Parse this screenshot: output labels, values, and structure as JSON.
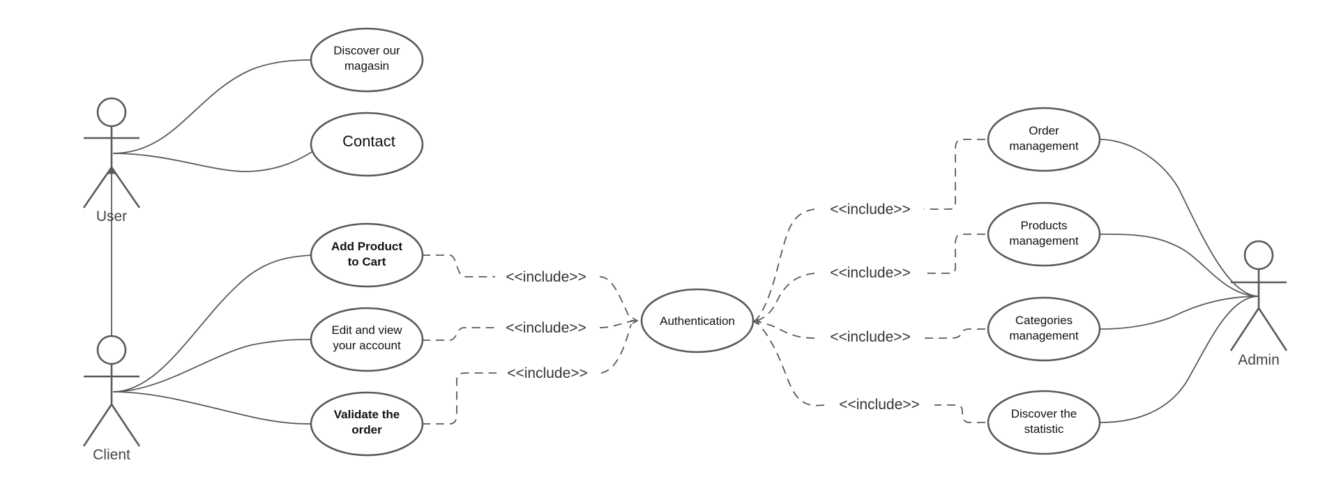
{
  "diagram": {
    "type": "use-case",
    "actors": [
      {
        "id": "user",
        "label": "User"
      },
      {
        "id": "client",
        "label": "Client"
      },
      {
        "id": "admin",
        "label": "Admin"
      }
    ],
    "use_cases": [
      {
        "id": "discover_magasin",
        "lines": [
          "Discover our",
          "magasin"
        ]
      },
      {
        "id": "contact",
        "lines": [
          "Contact"
        ]
      },
      {
        "id": "add_product",
        "lines": [
          "Add Product",
          "to Cart"
        ]
      },
      {
        "id": "edit_account",
        "lines": [
          "Edit and view",
          "your account"
        ]
      },
      {
        "id": "validate_order",
        "lines": [
          "Validate the",
          "order"
        ]
      },
      {
        "id": "authentication",
        "lines": [
          "Authentication"
        ]
      },
      {
        "id": "order_mgmt",
        "lines": [
          "Order",
          "management"
        ]
      },
      {
        "id": "products_mgmt",
        "lines": [
          "Products",
          "management"
        ]
      },
      {
        "id": "categories_mgmt",
        "lines": [
          "Categories",
          "management"
        ]
      },
      {
        "id": "discover_statistic",
        "lines": [
          "Discover the",
          "statistic"
        ]
      }
    ],
    "include_label": "<<include>>",
    "associations": [
      [
        "user",
        "discover_magasin"
      ],
      [
        "user",
        "contact"
      ],
      [
        "client",
        "add_product"
      ],
      [
        "client",
        "edit_account"
      ],
      [
        "client",
        "validate_order"
      ],
      [
        "admin",
        "order_mgmt"
      ],
      [
        "admin",
        "products_mgmt"
      ],
      [
        "admin",
        "categories_mgmt"
      ],
      [
        "admin",
        "discover_statistic"
      ]
    ],
    "generalizations": [
      [
        "client",
        "user"
      ]
    ],
    "includes": [
      [
        "add_product",
        "authentication"
      ],
      [
        "edit_account",
        "authentication"
      ],
      [
        "validate_order",
        "authentication"
      ],
      [
        "order_mgmt",
        "authentication"
      ],
      [
        "products_mgmt",
        "authentication"
      ],
      [
        "categories_mgmt",
        "authentication"
      ],
      [
        "discover_statistic",
        "authentication"
      ]
    ]
  }
}
